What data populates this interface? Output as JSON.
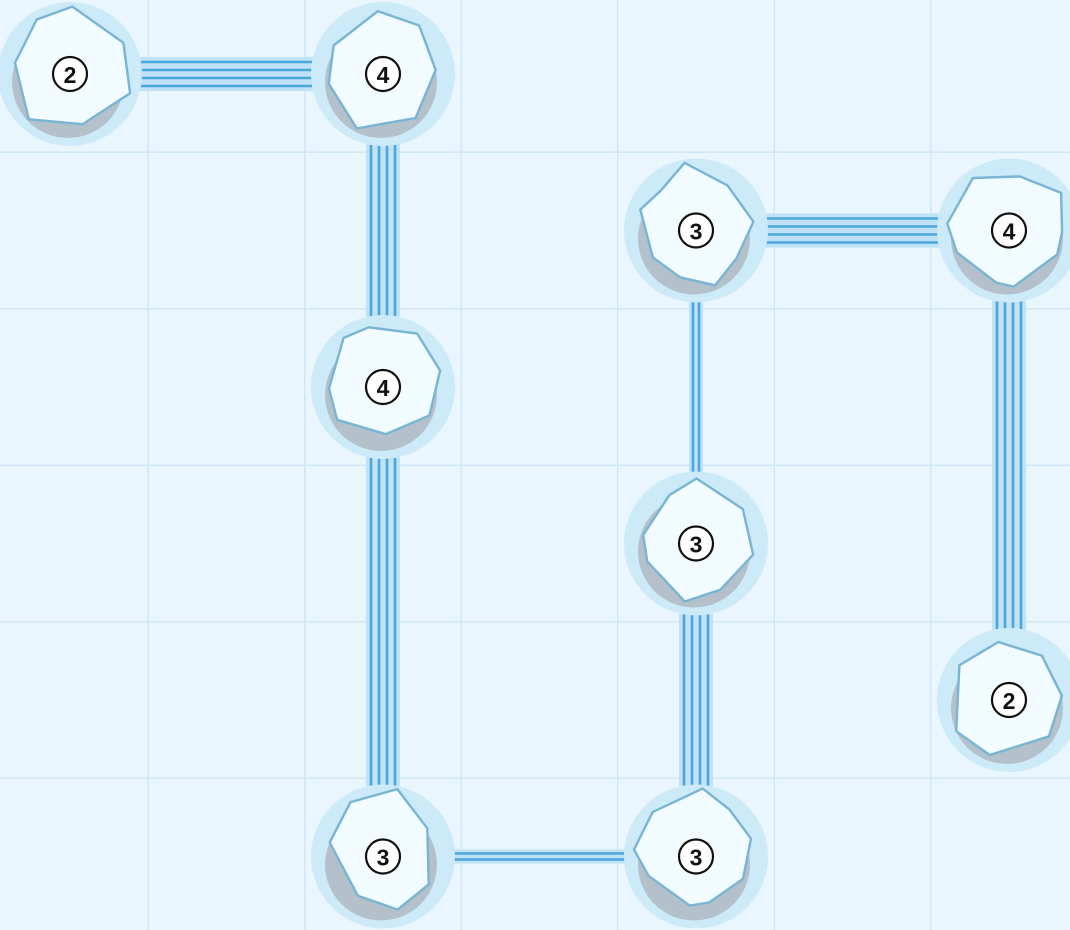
{
  "puzzle": {
    "type": "hashiwokakero",
    "grid": {
      "cols": 7,
      "rows": 6
    },
    "colors": {
      "background": "#eaf6fd",
      "grid": "#cfe7f5",
      "bridge": "#4aa6dc",
      "bridge_glow": "#bfe2f6",
      "island_fill": "#f2fbff",
      "island_stroke": "#78b5d3",
      "island_halo": "#cdeaf9",
      "badge_text": "#111111"
    },
    "islands": [
      {
        "id": "i1",
        "col": 0,
        "row": 0,
        "label": "2"
      },
      {
        "id": "i2",
        "col": 2,
        "row": 0,
        "label": "4"
      },
      {
        "id": "i3",
        "col": 4,
        "row": 1,
        "label": "3"
      },
      {
        "id": "i4",
        "col": 6,
        "row": 1,
        "label": "4"
      },
      {
        "id": "i5",
        "col": 2,
        "row": 2,
        "label": "4"
      },
      {
        "id": "i6",
        "col": 4,
        "row": 3,
        "label": "3"
      },
      {
        "id": "i7",
        "col": 6,
        "row": 4,
        "label": "2"
      },
      {
        "id": "i8",
        "col": 2,
        "row": 5,
        "label": "3"
      },
      {
        "id": "i9",
        "col": 4,
        "row": 5,
        "label": "3"
      }
    ],
    "bridges": [
      {
        "from": "i1",
        "to": "i2",
        "count": 2
      },
      {
        "from": "i2",
        "to": "i5",
        "count": 2
      },
      {
        "from": "i5",
        "to": "i8",
        "count": 2
      },
      {
        "from": "i8",
        "to": "i9",
        "count": 1
      },
      {
        "from": "i9",
        "to": "i6",
        "count": 2
      },
      {
        "from": "i6",
        "to": "i3",
        "count": 1
      },
      {
        "from": "i3",
        "to": "i4",
        "count": 2
      },
      {
        "from": "i4",
        "to": "i7",
        "count": 2
      }
    ]
  }
}
